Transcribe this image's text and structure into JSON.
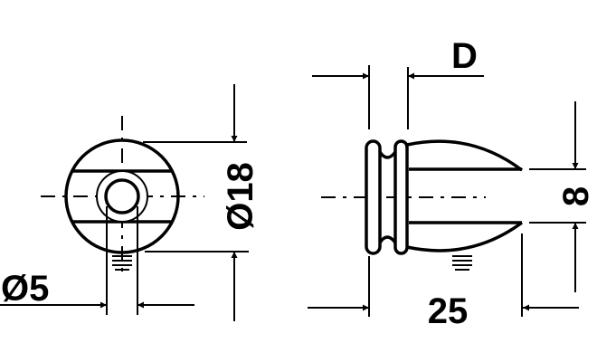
{
  "dimensions": {
    "front_outer_diameter": "Ø18",
    "front_bore_diameter": "Ø5",
    "side_glass_thickness": "D",
    "side_overall_length": "25",
    "side_slot_height": "8"
  },
  "colors": {
    "line": "#000000",
    "background": "#ffffff"
  }
}
